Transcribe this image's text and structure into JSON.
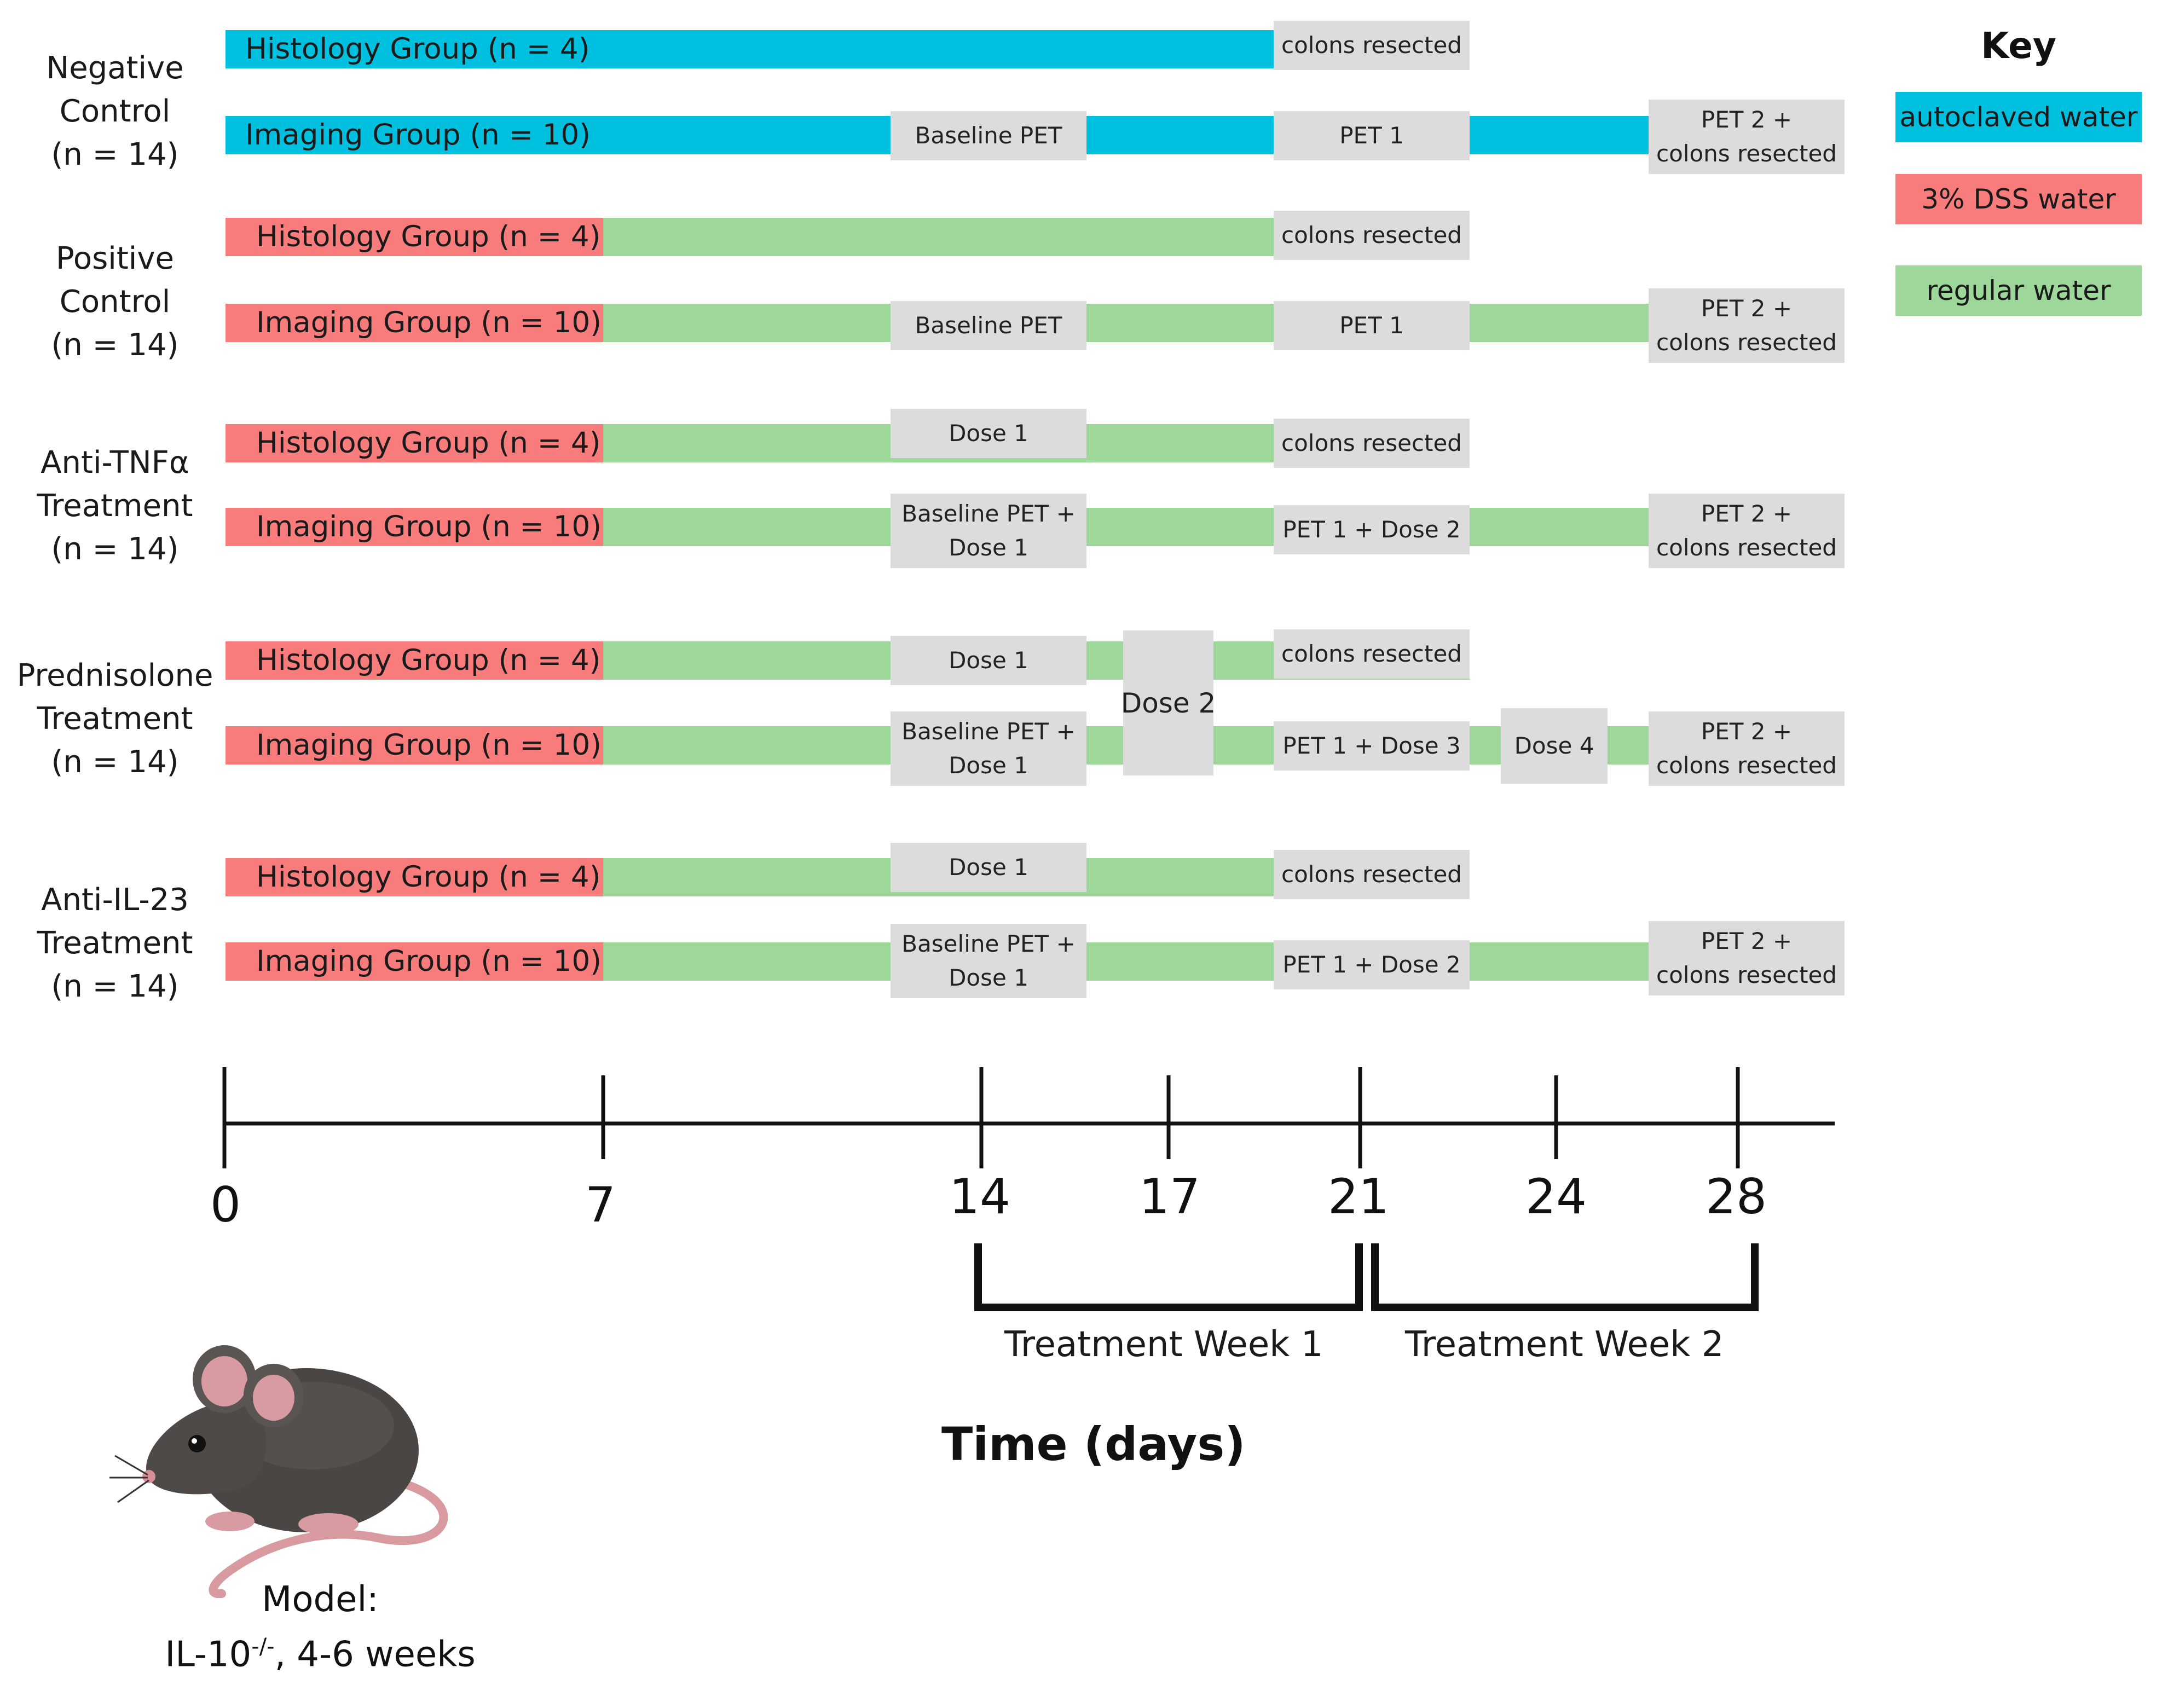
{
  "colors": {
    "autoclaved": "#00c0e0",
    "dss": "#f97c7c",
    "regular": "#9ed79a",
    "gray_box": "#dcdcdc",
    "axis": "#111111"
  },
  "key": {
    "title": "Key",
    "items": [
      {
        "label": "autoclaved water"
      },
      {
        "label": "3% DSS water"
      },
      {
        "label": "regular water"
      }
    ]
  },
  "groups": [
    {
      "name_line1": "Negative",
      "name_line2": "Control",
      "name_n": "(n = 14)",
      "histology_label": "Histology Group (n = 4)",
      "imaging_label": "Imaging Group (n = 10)",
      "histology_events": [
        "colons resected"
      ],
      "imaging_events": [
        "Baseline PET",
        "PET 1",
        "PET 2 +",
        "colons resected"
      ]
    },
    {
      "name_line1": "Positive",
      "name_line2": "Control",
      "name_n": "(n = 14)",
      "histology_label": "Histology Group (n = 4)",
      "imaging_label": "Imaging Group (n = 10)",
      "histology_events": [
        "colons resected"
      ],
      "imaging_events": [
        "Baseline PET",
        "PET 1",
        "PET 2 +",
        "colons resected"
      ]
    },
    {
      "name_line1": "Anti-TNFα",
      "name_line2": "Treatment",
      "name_n": "(n = 14)",
      "histology_label": "Histology Group (n = 4)",
      "imaging_label": "Imaging Group (n = 10)",
      "histology_events": [
        "Dose 1",
        "colons resected"
      ],
      "imaging_events": [
        "Baseline PET +",
        "Dose 1",
        "PET 1 + Dose 2",
        "PET 2 +",
        "colons resected"
      ]
    },
    {
      "name_line1": "Prednisolone",
      "name_line2": "Treatment",
      "name_n": "(n = 14)",
      "histology_label": "Histology Group (n = 4)",
      "imaging_label": "Imaging Group (n = 10)",
      "histology_events": [
        "Dose 1",
        "colons resected"
      ],
      "shared_event": "Dose 2",
      "imaging_events": [
        "Baseline PET +",
        "Dose 1",
        "PET 1 + Dose 3",
        "Dose 4",
        "PET 2 +",
        "colons resected"
      ]
    },
    {
      "name_line1": "Anti-IL-23",
      "name_line2": "Treatment",
      "name_n": "(n = 14)",
      "histology_label": "Histology Group (n = 4)",
      "imaging_label": "Imaging Group (n = 10)",
      "histology_events": [
        "Dose 1",
        "colons resected"
      ],
      "imaging_events": [
        "Baseline PET +",
        "Dose 1",
        "PET 1 + Dose 2",
        "PET 2 +",
        "colons resected"
      ]
    }
  ],
  "axis": {
    "ticks": [
      "0",
      "7",
      "14",
      "17",
      "21",
      "24",
      "28"
    ],
    "title": "Time (days)",
    "week1": "Treatment Week 1",
    "week2": "Treatment Week 2"
  },
  "model": {
    "line1": "Model:",
    "line2": "IL-10",
    "superscript": "-/-",
    "line2_suffix": ", 4-6 weeks"
  }
}
